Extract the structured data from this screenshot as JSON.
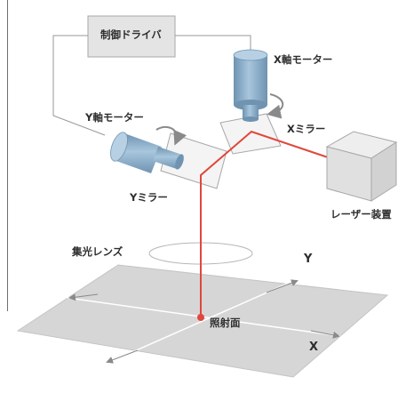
{
  "labels": {
    "driver": "制御ドライバ",
    "x_motor": "X軸モーター",
    "y_motor": "Y軸モーター",
    "x_mirror": "Xミラー",
    "y_mirror": "Yミラー",
    "laser": "レーザー装置",
    "lens": "集光レンズ",
    "axis_y": "Y",
    "axis_x": "X",
    "surface": "照射面"
  },
  "colors": {
    "beam": "#e0473c",
    "motor": "#8aaecb",
    "motor_shade": "#6f93b1",
    "box_fill": "#e4e4e4",
    "box_stroke": "#a7a7a7",
    "plane": "#d6d6d6",
    "mirror": "#f4f4f4",
    "text": "#2e2e2e"
  }
}
